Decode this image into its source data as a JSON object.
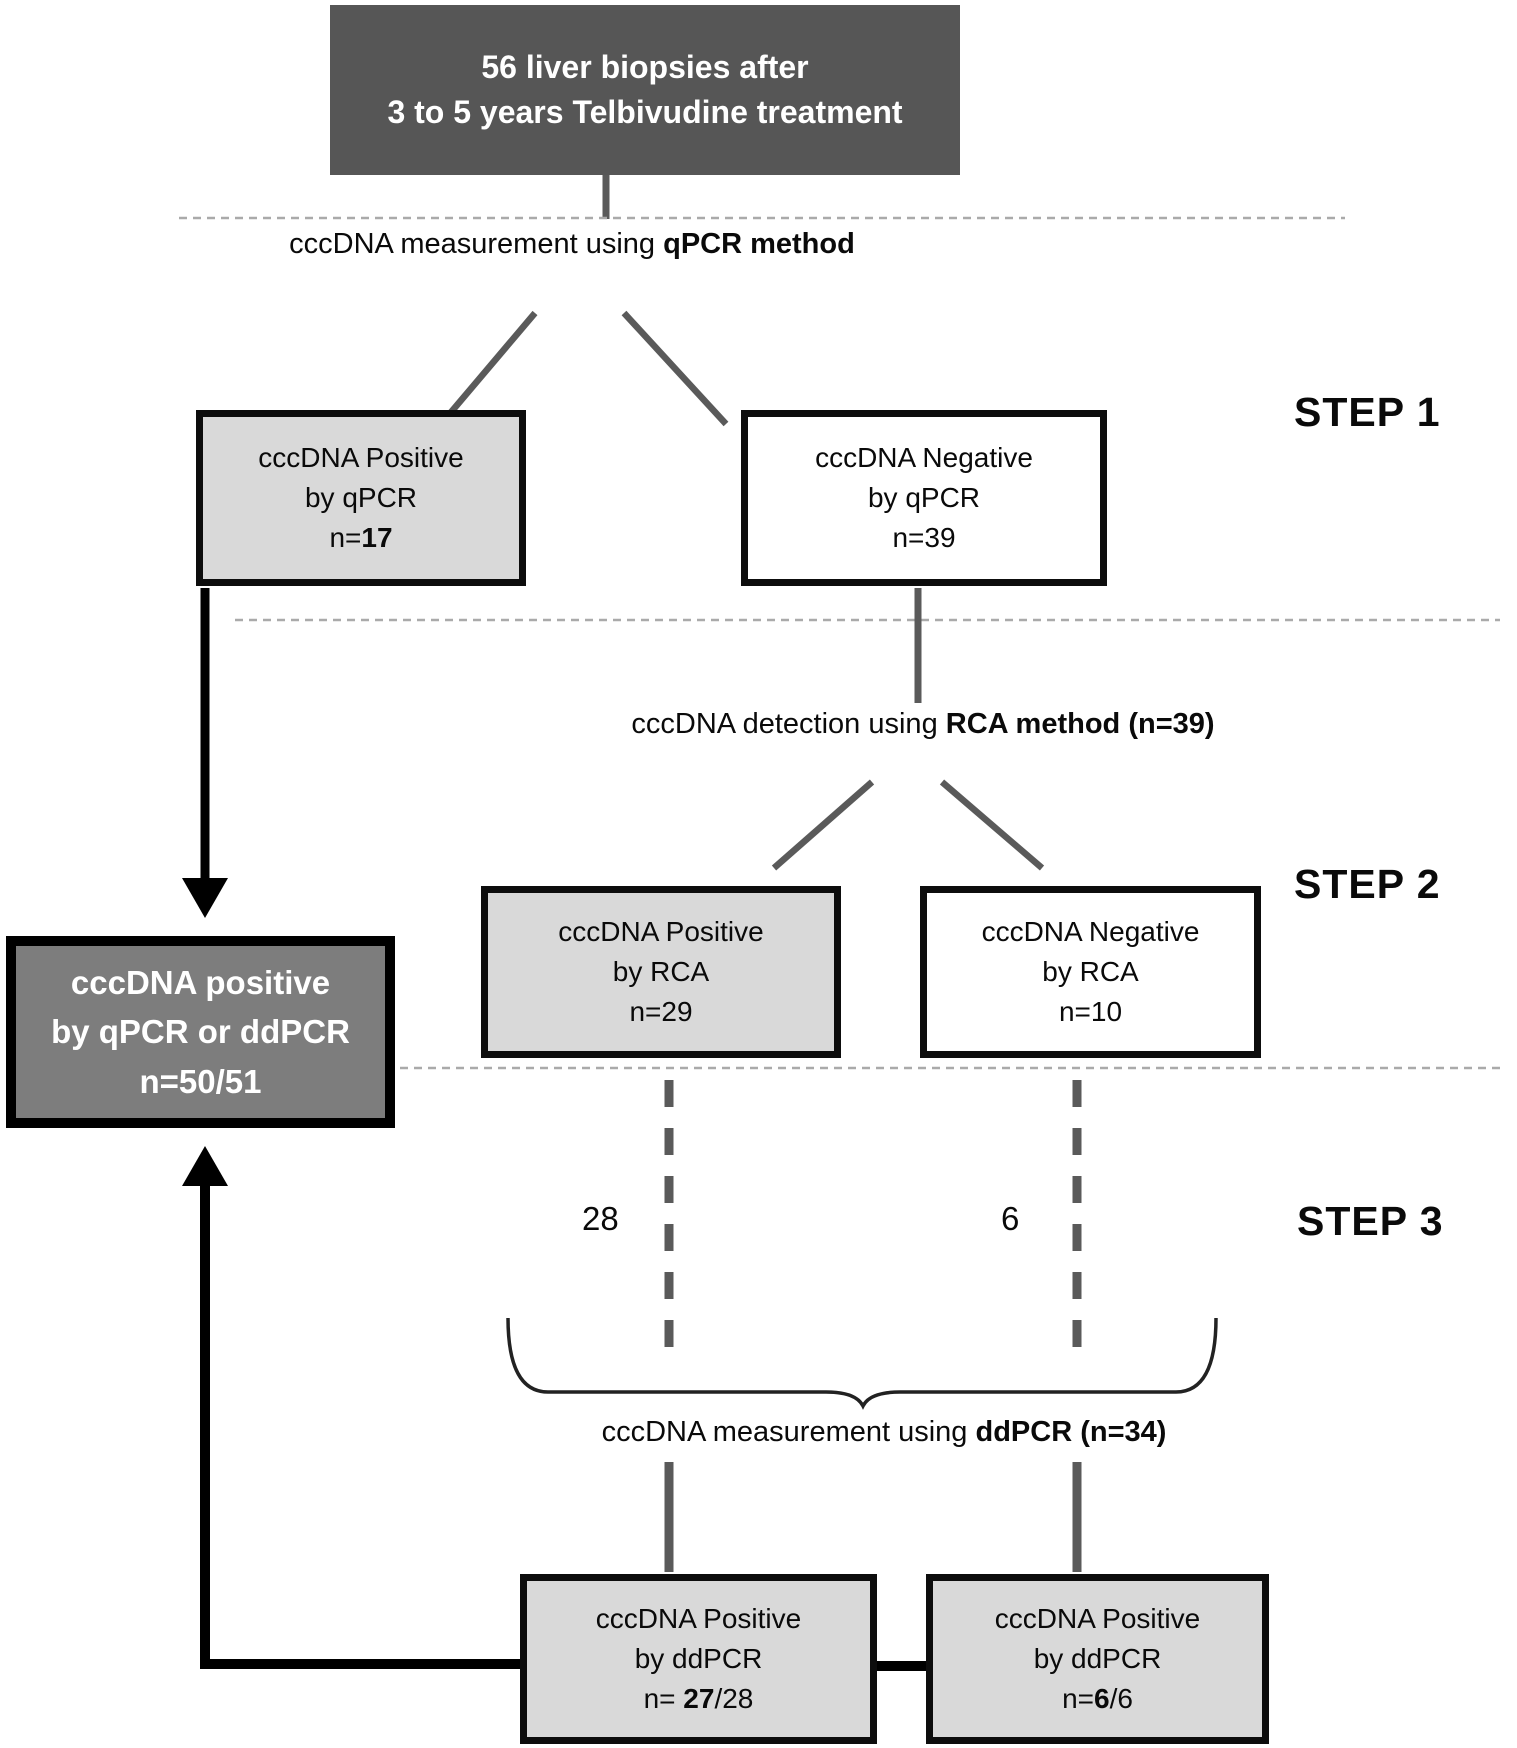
{
  "figure": {
    "top_box": {
      "line1": "56 liver biopsies after",
      "line2": "3 to 5 years Telbivudine treatment"
    },
    "step1": {
      "label": "STEP 1",
      "method_regular": "cccDNA measurement using ",
      "method_bold": "qPCR method",
      "positive": {
        "line1": "cccDNA Positive",
        "line2": "by qPCR",
        "n_pre": "n=",
        "n_bold": "17",
        "n_post": ""
      },
      "negative": {
        "line1": "cccDNA Negative",
        "line2": "by qPCR",
        "n": "n=39"
      }
    },
    "step2": {
      "label": "STEP 2",
      "method_regular": "cccDNA detection using ",
      "method_bold": "RCA method (n=39)",
      "positive": {
        "line1": "cccDNA Positive",
        "line2": "by RCA",
        "n": "n=29"
      },
      "negative": {
        "line1": "cccDNA Negative",
        "line2": "by RCA",
        "n": "n=10"
      }
    },
    "step3": {
      "label": "STEP 3",
      "count_left": "28",
      "count_right": "6",
      "method_regular": "cccDNA measurement using ",
      "method_bold": "ddPCR (n=34)",
      "left": {
        "line1": "cccDNA Positive",
        "line2": "by ddPCR",
        "n_pre": "n= ",
        "n_bold": "27",
        "n_post": "/28"
      },
      "right": {
        "line1": "cccDNA Positive",
        "line2": "by ddPCR",
        "n_pre": "n=",
        "n_bold": "6",
        "n_post": "/6"
      }
    },
    "result_box": {
      "line1": "cccDNA positive",
      "line2": "by qPCR or ddPCR",
      "line3": "n=50/51"
    }
  },
  "colors": {
    "top_box_bg": "#565656",
    "result_box_bg": "#7d7d7d",
    "light_box_bg": "#d9d9d9",
    "white_box_bg": "#ffffff",
    "box_border": "#0d0d0d",
    "connector_gray": "#5a5a5a",
    "divider_dashed": "#aaaaaa",
    "arrow_black": "#000000",
    "text_white": "#ffffff",
    "text_black": "#0a0a0a"
  }
}
